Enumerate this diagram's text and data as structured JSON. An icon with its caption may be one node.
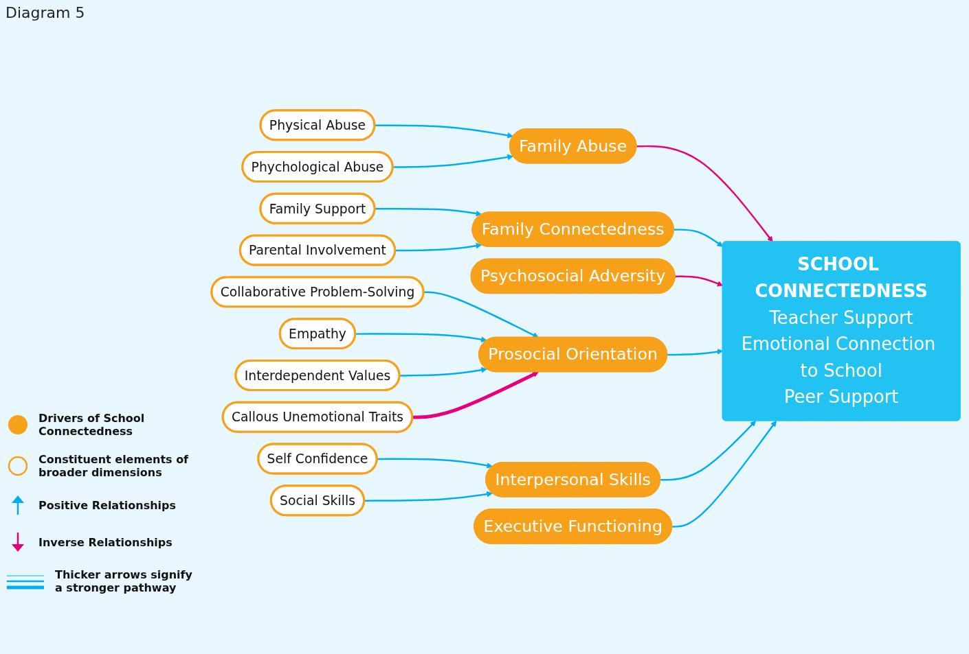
{
  "diagram": {
    "title": "Diagram 5",
    "nodes": [
      {
        "text": [
          "Physical Abuse"
        ]
      },
      {
        "text": [
          "Phychological Abuse"
        ]
      },
      {
        "text": [
          "Family Abuse"
        ]
      },
      {
        "text": [
          "Family Support"
        ]
      },
      {
        "text": [
          "Parental Involvement"
        ]
      },
      {
        "text": [
          "Family Connectedness"
        ]
      },
      {
        "text": [
          "Psychosocial Adversity"
        ]
      },
      {
        "text": [
          "Collaborative Problem-Solving"
        ]
      },
      {
        "text": [
          "Empathy"
        ]
      },
      {
        "text": [
          "Interdependent Values"
        ]
      },
      {
        "text": [
          "Callous Unemotional Traits"
        ]
      },
      {
        "text": [
          "Prosocial Orientation"
        ]
      },
      {
        "text": [
          "Self Confidence"
        ]
      },
      {
        "text": [
          "Social Skills"
        ]
      },
      {
        "text": [
          "Interpersonal Skills"
        ]
      },
      {
        "text": [
          "Executive Functioning"
        ]
      },
      {
        "text": [
          "SCHOOL CONNECTEDNESS",
          "Teacher Support",
          "Emotional Connection to School",
          "Peer Support"
        ]
      }
    ],
    "edges": [
      {
        "from": 0,
        "to": 2,
        "arrow": "to"
      },
      {
        "from": 1,
        "to": 2,
        "arrow": "to"
      },
      {
        "from": 3,
        "to": 5,
        "arrow": "to"
      },
      {
        "from": 4,
        "to": 5,
        "arrow": "to"
      },
      {
        "from": 2,
        "to": 16,
        "arrow": "to",
        "color": "#e6007e"
      },
      {
        "from": 5,
        "to": 16,
        "arrow": "to"
      },
      {
        "from": 6,
        "to": 16,
        "arrow": "to",
        "color": "#e6007e"
      },
      {
        "from": 7,
        "to": 11,
        "arrow": "to"
      },
      {
        "from": 8,
        "to": 11,
        "arrow": "to"
      },
      {
        "from": 9,
        "to": 11,
        "arrow": "to"
      },
      {
        "from": 10,
        "to": 11,
        "arrow": "to",
        "style": "thick",
        "color": "#e6007e"
      },
      {
        "from": 11,
        "to": 16,
        "arrow": "to"
      },
      {
        "from": 12,
        "to": 14,
        "arrow": "to"
      },
      {
        "from": 13,
        "to": 14,
        "arrow": "to"
      },
      {
        "from": 14,
        "to": 16,
        "arrow": "to"
      },
      {
        "from": 15,
        "to": 16,
        "arrow": "to"
      }
    ],
    "legend": [
      {
        "text": "Drivers of School Connectedness",
        "color": "#f7a11a"
      },
      {
        "text": "Constituent elements of broader dimensions"
      },
      {
        "text": "Positive Relationships"
      },
      {
        "text": "Inverse Relationships"
      },
      {
        "text": "Thicker arrows signify a stronger pathway"
      }
    ]
  }
}
